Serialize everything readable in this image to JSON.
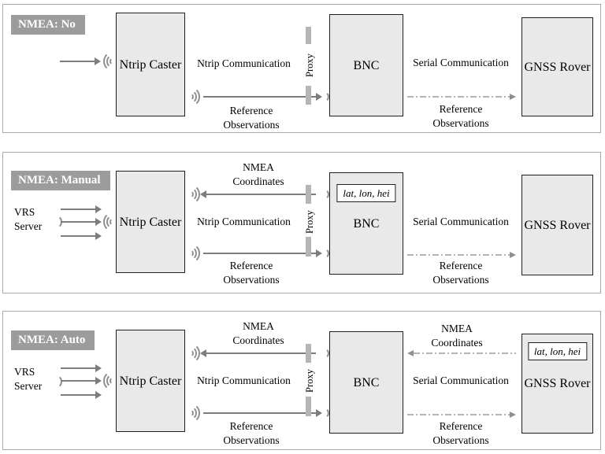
{
  "colors": {
    "panel_border": "#a9a9a9",
    "node_fill": "#e9e9e9",
    "node_border": "#1f1f1f",
    "scenario_bg": "#9c9c9c",
    "scenario_text": "#ffffff",
    "line_gray": "#7d7d7d",
    "proxy_bar": "#b5b5b5"
  },
  "panels": [
    {
      "scenario_label": "NMEA: No",
      "nodes": {
        "ntrip_caster": "Ntrip Caster",
        "bnc": "BNC",
        "gnss_rover": "GNSS Rover",
        "proxy": "Proxy"
      },
      "labels": {
        "ntrip_communication": "Ntrip Communication",
        "reference_observations_left": "Reference Observations",
        "serial_communication": "Serial Communication",
        "reference_observations_right": "Reference Observations"
      }
    },
    {
      "scenario_label": "NMEA: Manual",
      "vrs_server": "VRS Server",
      "nodes": {
        "ntrip_caster": "Ntrip Caster",
        "bnc": "BNC",
        "bnc_inner": "lat, lon, hei",
        "gnss_rover": "GNSS Rover",
        "proxy": "Proxy"
      },
      "labels": {
        "nmea_coordinates": "NMEA Coordinates",
        "ntrip_communication": "Ntrip Communication",
        "reference_observations_left": "Reference Observations",
        "serial_communication": "Serial Communication",
        "reference_observations_right": "Reference Observations"
      }
    },
    {
      "scenario_label": "NMEA: Auto",
      "vrs_server": "VRS Server",
      "nodes": {
        "ntrip_caster": "Ntrip Caster",
        "bnc": "BNC",
        "gnss_rover": "GNSS Rover",
        "rover_inner": "lat, lon, hei",
        "proxy": "Proxy"
      },
      "labels": {
        "nmea_coordinates_left": "NMEA Coordinates",
        "nmea_coordinates_right": "NMEA Coordinates",
        "ntrip_communication": "Ntrip Communication",
        "reference_observations_left": "Reference Observations",
        "serial_communication": "Serial Communication",
        "reference_observations_right": "Reference Observations"
      }
    }
  ]
}
